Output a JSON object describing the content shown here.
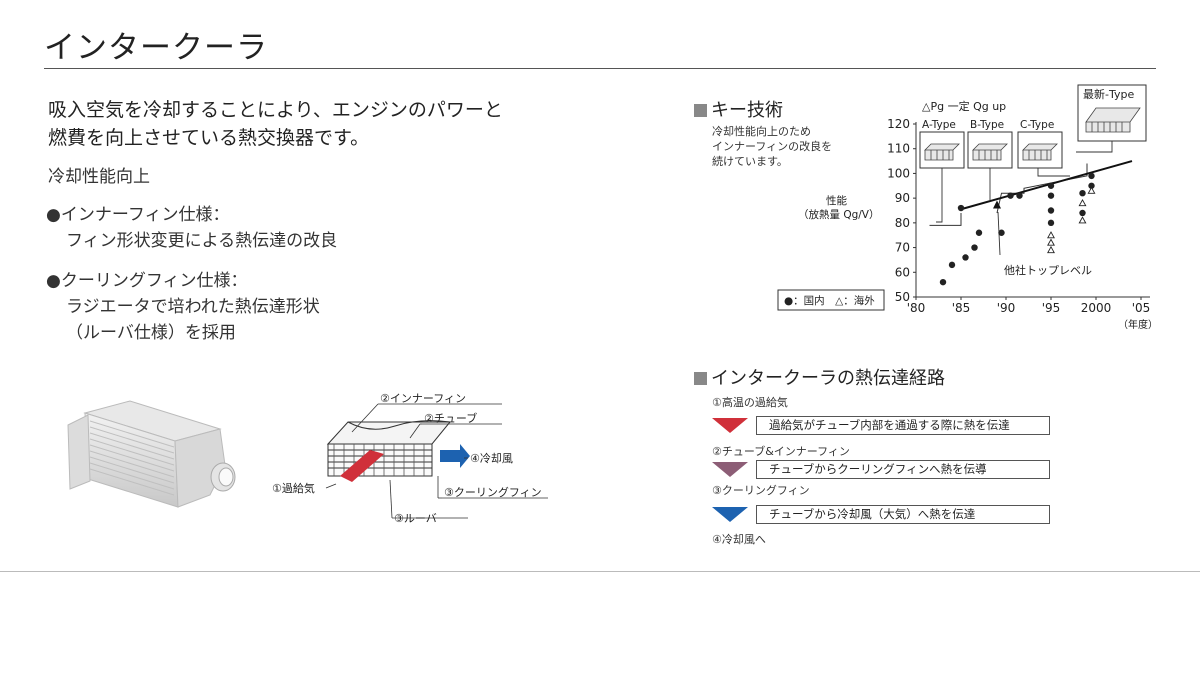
{
  "title": "インタークーラ",
  "intro": {
    "line1": "吸入空気を冷却することにより、エンジンのパワーと",
    "line2": "燃費を向上させている熱交換器です。"
  },
  "subtitle": "冷却性能向上",
  "bullets": [
    {
      "line1": "●インナーフィン仕様：",
      "line2": "フィン形状変更による熱伝達の改良"
    },
    {
      "line1": "●クーリングフィン仕様：",
      "line2": "ラジエータで培われた熱伝達形状",
      "line3": "（ルーバ仕様）を採用"
    }
  ],
  "diagram_labels": {
    "inner_fin": "②インナーフィン",
    "tube": "②チューブ",
    "cooling_air": "④冷却風",
    "supercharged_air": "①過給気",
    "cooling_fin": "③クーリングフィン",
    "louver": "③ルーバ"
  },
  "key_tech": {
    "heading": "キー技術",
    "desc1": "冷却性能向上のため",
    "desc2": "インナーフィンの改良を",
    "desc3": "続けています。"
  },
  "chart_data": {
    "type": "scatter",
    "title": "",
    "header_note": "△Pg 一定 Qg up",
    "ylabel_line1": "性能",
    "ylabel_line2": "（放熱量 Qg/V）",
    "xlabel": "（年度）",
    "ylim": [
      50,
      120
    ],
    "xlim": [
      80,
      106
    ],
    "y_ticks": [
      "50",
      "60",
      "70",
      "80",
      "90",
      "100",
      "110",
      "120"
    ],
    "x_ticks": [
      {
        "v": 80,
        "label": "'80"
      },
      {
        "v": 85,
        "label": "'85"
      },
      {
        "v": 90,
        "label": "'90"
      },
      {
        "v": 95,
        "label": "'95"
      },
      {
        "v": 100,
        "label": "2000"
      },
      {
        "v": 105,
        "label": "'05"
      }
    ],
    "legend": "●：国内　△：海外",
    "top_level_label": "他社トップレベル",
    "types": [
      "A-Type",
      "B-Type",
      "C-Type",
      "最新-Type"
    ],
    "series": [
      {
        "name": "国内",
        "marker": "circle",
        "points": [
          [
            83,
            56
          ],
          [
            84,
            63
          ],
          [
            85.5,
            66
          ],
          [
            86.5,
            70
          ],
          [
            87,
            76
          ],
          [
            85,
            86
          ],
          [
            89.5,
            76
          ],
          [
            90.5,
            91
          ],
          [
            91.5,
            91
          ],
          [
            95,
            91
          ],
          [
            95,
            95
          ],
          [
            95,
            85
          ],
          [
            95,
            80
          ],
          [
            98.5,
            92
          ],
          [
            98.5,
            84
          ],
          [
            99.5,
            95
          ],
          [
            99.5,
            99
          ]
        ]
      },
      {
        "name": "海外",
        "marker": "triangle",
        "points": [
          [
            95,
            75
          ],
          [
            95,
            72
          ],
          [
            95,
            69
          ],
          [
            98.5,
            81
          ],
          [
            98.5,
            88
          ],
          [
            99.5,
            93
          ]
        ]
      }
    ],
    "trend": [
      [
        85,
        85.5
      ],
      [
        104,
        105
      ]
    ]
  },
  "heat_path": {
    "heading": "インタークーラの熱伝達経路",
    "steps": [
      {
        "label": "①高温の過給気"
      },
      {
        "label": "②チューブ&インナーフィン",
        "box": "過給気がチューブ内部を通過する際に熱を伝達",
        "color": "#d0303a"
      },
      {
        "label": "③クーリングフィン",
        "box": "チューブからクーリングフィンへ熱を伝導",
        "color": "#8c5d76"
      },
      {
        "label": "④冷却風へ",
        "box": "チューブから冷却風（大気）へ熱を伝達",
        "color": "#1d62b0"
      }
    ]
  }
}
